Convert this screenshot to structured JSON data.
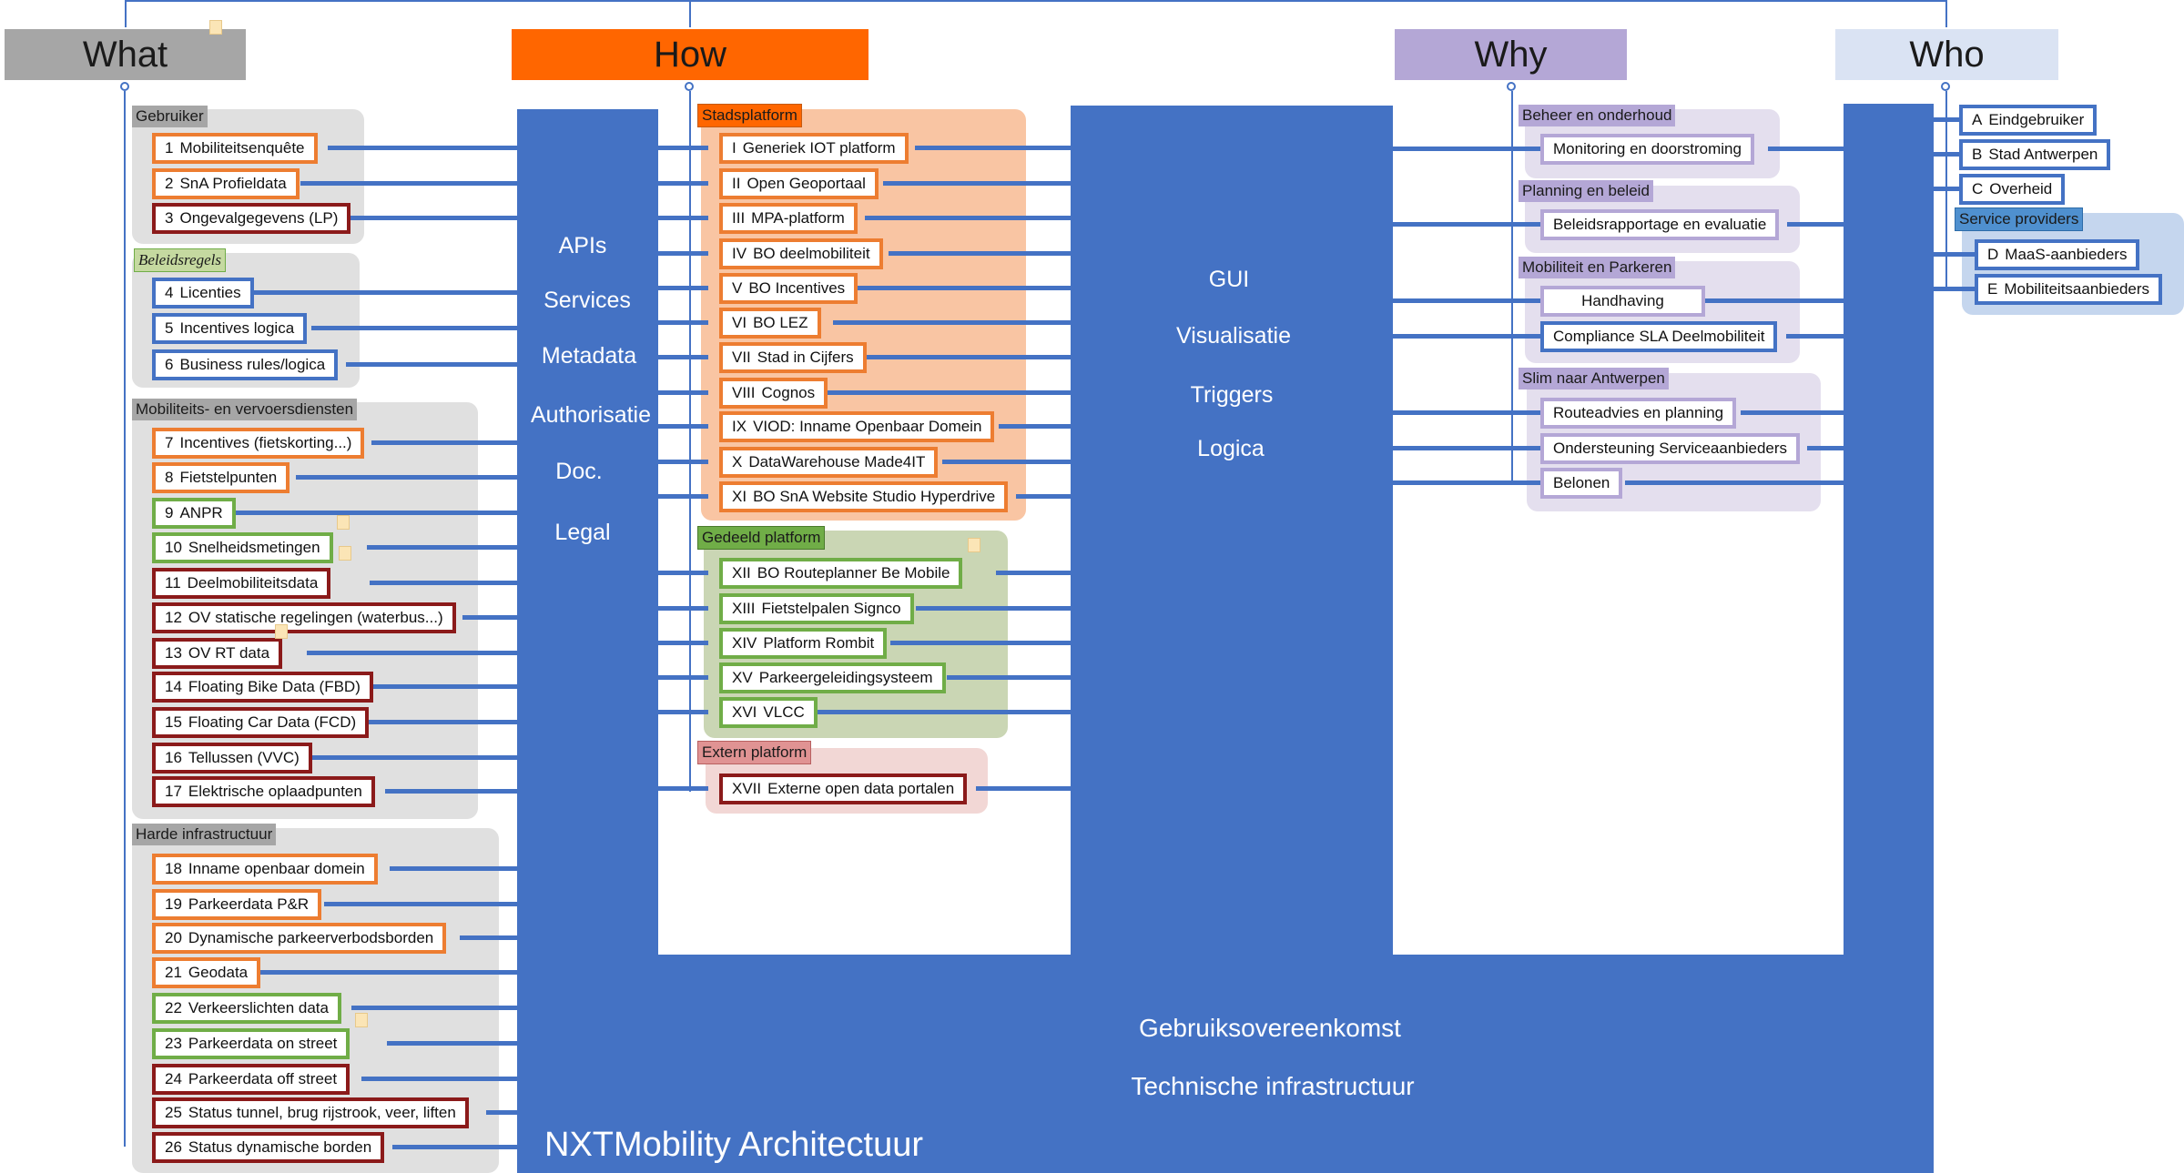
{
  "headers": {
    "what": "What",
    "how": "How",
    "why": "Why",
    "who": "Who"
  },
  "colors": {
    "blue": "#4472c4",
    "orange": "#ff6600",
    "purple": "#b4a7d6",
    "green": "#70ad47",
    "darkred": "#8b1a1a",
    "lightblue": "#dae3f3",
    "gray": "#a6a6a6"
  },
  "what": {
    "groups": [
      {
        "label": "Gebruiker",
        "items": [
          {
            "num": "1",
            "label": "Mobiliteitsenquête",
            "color": "orange"
          },
          {
            "num": "2",
            "label": "SnA Profieldata",
            "color": "orange"
          },
          {
            "num": "3",
            "label": "Ongevalgegevens (LP)",
            "color": "darkred"
          }
        ]
      },
      {
        "label": "Beleidsregels",
        "items": [
          {
            "num": "4",
            "label": "Licenties",
            "color": "blue"
          },
          {
            "num": "5",
            "label": "Incentives logica",
            "color": "blue"
          },
          {
            "num": "6",
            "label": "Business rules/logica",
            "color": "blue"
          }
        ]
      },
      {
        "label": "Mobiliteits- en vervoersdiensten",
        "items": [
          {
            "num": "7",
            "label": "Incentives (fietskorting...)",
            "color": "orange"
          },
          {
            "num": "8",
            "label": "Fietstelpunten",
            "color": "orange"
          },
          {
            "num": "9",
            "label": "ANPR",
            "color": "green"
          },
          {
            "num": "10",
            "label": "Snelheidsmetingen",
            "color": "green"
          },
          {
            "num": "11",
            "label": "Deelmobiliteitsdata",
            "color": "darkred"
          },
          {
            "num": "12",
            "label": "OV statische regelingen (waterbus...)",
            "color": "darkred"
          },
          {
            "num": "13",
            "label": "OV RT data",
            "color": "darkred"
          },
          {
            "num": "14",
            "label": "Floating Bike Data (FBD)",
            "color": "darkred"
          },
          {
            "num": "15",
            "label": "Floating Car Data (FCD)",
            "color": "darkred"
          },
          {
            "num": "16",
            "label": "Tellussen (VVC)",
            "color": "darkred"
          },
          {
            "num": "17",
            "label": "Elektrische oplaadpunten",
            "color": "darkred"
          }
        ]
      },
      {
        "label": "Harde infrastructuur",
        "items": [
          {
            "num": "18",
            "label": "Inname openbaar domein",
            "color": "orange"
          },
          {
            "num": "19",
            "label": "Parkeerdata P&R",
            "color": "orange"
          },
          {
            "num": "20",
            "label": "Dynamische parkeerverbodsborden",
            "color": "orange"
          },
          {
            "num": "21",
            "label": "Geodata",
            "color": "orange"
          },
          {
            "num": "22",
            "label": "Verkeerslichten data",
            "color": "green"
          },
          {
            "num": "23",
            "label": "Parkeerdata on street",
            "color": "green"
          },
          {
            "num": "24",
            "label": "Parkeerdata off street",
            "color": "darkred"
          },
          {
            "num": "25",
            "label": "Status tunnel, brug rijstrook, veer, liften",
            "color": "darkred"
          },
          {
            "num": "26",
            "label": "Status dynamische borden",
            "color": "darkred"
          }
        ]
      }
    ]
  },
  "api_layer": [
    "APIs",
    "Services",
    "Metadata",
    "Authorisatie",
    "Doc.",
    "Legal"
  ],
  "how": {
    "groups": [
      {
        "label": "Stadsplatform",
        "items": [
          {
            "num": "I",
            "label": "Generiek IOT platform",
            "color": "orange"
          },
          {
            "num": "II",
            "label": "Open Geoportaal",
            "color": "orange"
          },
          {
            "num": "III",
            "label": "MPA-platform",
            "color": "orange"
          },
          {
            "num": "IV",
            "label": "BO deelmobiliteit",
            "color": "orange"
          },
          {
            "num": "V",
            "label": "BO Incentives",
            "color": "orange"
          },
          {
            "num": "VI",
            "label": "BO LEZ",
            "color": "orange"
          },
          {
            "num": "VII",
            "label": "Stad in Cijfers",
            "color": "orange"
          },
          {
            "num": "VIII",
            "label": "Cognos",
            "color": "orange"
          },
          {
            "num": "IX",
            "label": "VIOD: Inname Openbaar Domein",
            "color": "orange"
          },
          {
            "num": "X",
            "label": "DataWarehouse Made4IT",
            "color": "orange"
          },
          {
            "num": "XI",
            "label": "BO SnA Website Studio Hyperdrive",
            "color": "orange"
          }
        ]
      },
      {
        "label": "Gedeeld platform",
        "items": [
          {
            "num": "XII",
            "label": "BO Routeplanner Be Mobile",
            "color": "green"
          },
          {
            "num": "XIII",
            "label": "Fietstelpalen Signco",
            "color": "green"
          },
          {
            "num": "XIV",
            "label": "Platform Rombit",
            "color": "green"
          },
          {
            "num": "XV",
            "label": "Parkeergeleidingsysteem",
            "color": "green"
          },
          {
            "num": "XVI",
            "label": "VLCC",
            "color": "green"
          }
        ]
      },
      {
        "label": "Extern platform",
        "items": [
          {
            "num": "XVII",
            "label": "Externe open data portalen",
            "color": "darkred"
          }
        ]
      }
    ]
  },
  "gui_layer": [
    "GUI",
    "Visualisatie",
    "Triggers",
    "Logica"
  ],
  "why": {
    "groups": [
      {
        "label": "Beheer en onderhoud",
        "items": [
          "Monitoring en doorstroming"
        ]
      },
      {
        "label": "Planning en beleid",
        "items": [
          "Beleidsrapportage en evaluatie"
        ]
      },
      {
        "label": "Mobiliteit en Parkeren",
        "items": [
          "Handhaving",
          "Compliance SLA Deelmobiliteit"
        ]
      },
      {
        "label": "Slim naar Antwerpen",
        "items": [
          "Routeadvies en planning",
          "Ondersteuning Serviceaanbieders",
          "Belonen"
        ]
      }
    ]
  },
  "who": {
    "items": [
      {
        "num": "A",
        "label": "Eindgebruiker"
      },
      {
        "num": "B",
        "label": "Stad Antwerpen"
      },
      {
        "num": "C",
        "label": "Overheid"
      }
    ],
    "group_label": "Service providers",
    "group_items": [
      {
        "num": "D",
        "label": "MaaS-aanbieders"
      },
      {
        "num": "E",
        "label": "Mobiliteitsaanbieders"
      }
    ]
  },
  "bottom_text": [
    "Gebruiksovereenkomst",
    "Technische infrastructuur"
  ],
  "title": "NXTMobility  Architectuur"
}
